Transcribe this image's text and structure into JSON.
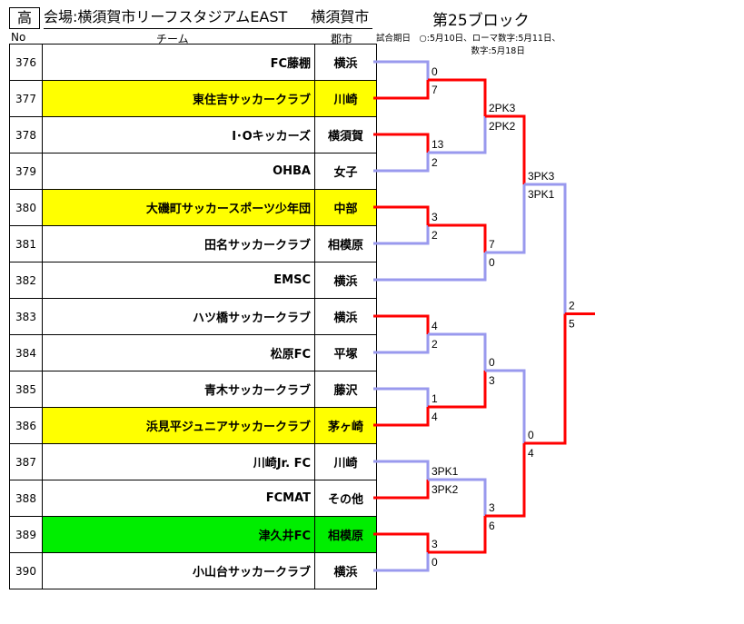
{
  "header": {
    "badge": "高",
    "venue": "会場:横須賀市リーフスタジアムEAST",
    "venue_city": "横須賀市",
    "block": "第25ブロック",
    "col_no": "No",
    "col_team": "チーム",
    "col_city": "郡市",
    "note": "試合期日　○:5月10日、ローマ数字:5月11日、\n　　　　　　　　　　　数字:5月18日"
  },
  "colors": {
    "yellow": "#ffff00",
    "green": "#00ee00",
    "win": "#ff0000",
    "lose": "#9999ee"
  },
  "teams": [
    {
      "no": "376",
      "name": "FC藤棚",
      "city": "横浜",
      "hl": ""
    },
    {
      "no": "377",
      "name": "東住吉サッカークラブ",
      "city": "川崎",
      "hl": "yellow"
    },
    {
      "no": "378",
      "name": "I･Oキッカーズ",
      "city": "横須賀",
      "hl": ""
    },
    {
      "no": "379",
      "name": "OHBA",
      "city": "女子",
      "hl": ""
    },
    {
      "no": "380",
      "name": "大磯町サッカースポーツ少年団",
      "city": "中部",
      "hl": "yellow"
    },
    {
      "no": "381",
      "name": "田名サッカークラブ",
      "city": "相模原",
      "hl": ""
    },
    {
      "no": "382",
      "name": "EMSC",
      "city": "横浜",
      "hl": ""
    },
    {
      "no": "383",
      "name": "ハツ橋サッカークラブ",
      "city": "横浜",
      "hl": ""
    },
    {
      "no": "384",
      "name": "松原FC",
      "city": "平塚",
      "hl": ""
    },
    {
      "no": "385",
      "name": "青木サッカークラブ",
      "city": "藤沢",
      "hl": ""
    },
    {
      "no": "386",
      "name": "浜見平ジュニアサッカークラブ",
      "city": "茅ヶ崎",
      "hl": "yellow"
    },
    {
      "no": "387",
      "name": "川崎Jr. FC",
      "city": "川崎",
      "hl": ""
    },
    {
      "no": "388",
      "name": "FCMAT",
      "city": "その他",
      "hl": ""
    },
    {
      "no": "389",
      "name": "津久井FC",
      "city": "相模原",
      "hl": "green"
    },
    {
      "no": "390",
      "name": "小山台サッカークラブ",
      "city": "横浜",
      "hl": ""
    }
  ],
  "matches": [
    {
      "id": "m1",
      "scores": [
        "0",
        "7"
      ],
      "winner": 1
    },
    {
      "id": "m2",
      "scores": [
        "13",
        "2"
      ],
      "winner": 0
    },
    {
      "id": "m3",
      "scores": [
        "3",
        "2"
      ],
      "winner": 0
    },
    {
      "id": "m4",
      "scores": [
        "4",
        "2"
      ],
      "winner": 0
    },
    {
      "id": "m5",
      "scores": [
        "1",
        "4"
      ],
      "winner": 1
    },
    {
      "id": "m6",
      "scores": [
        "3PK1",
        "3PK2"
      ],
      "winner": 1
    },
    {
      "id": "m7",
      "scores": [
        "3",
        "0"
      ],
      "winner": 0
    },
    {
      "id": "r2a",
      "scores": [
        "2PK3",
        "2PK2"
      ],
      "winner": 0
    },
    {
      "id": "r2b",
      "scores": [
        "7",
        "0"
      ],
      "winner": 0
    },
    {
      "id": "r2c",
      "scores": [
        "0",
        "3"
      ],
      "winner": 1
    },
    {
      "id": "r2d",
      "scores": [
        "3",
        "6"
      ],
      "winner": 1
    },
    {
      "id": "r3a",
      "scores": [
        "3PK3",
        "3PK1"
      ],
      "winner": 0
    },
    {
      "id": "r3b",
      "scores": [
        "0",
        "4"
      ],
      "winner": 1
    },
    {
      "id": "final",
      "scores": [
        "2",
        "5"
      ],
      "winner": 1
    }
  ]
}
